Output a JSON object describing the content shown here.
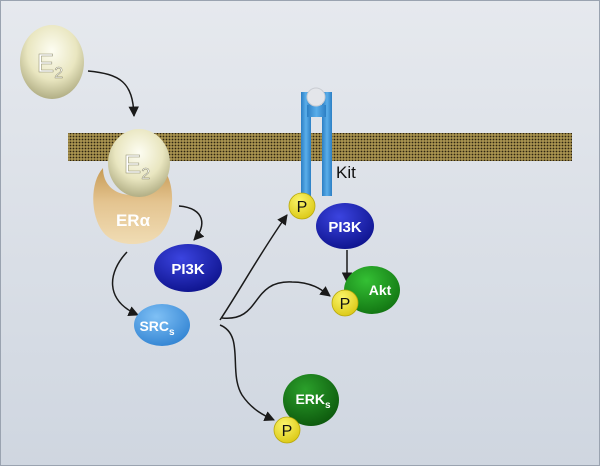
{
  "molecules": {
    "e2_free": {
      "base": "E",
      "sub": "2"
    },
    "e2_bound": {
      "base": "E",
      "sub": "2"
    },
    "er_alpha": {
      "label": "ERα"
    },
    "pi3k_left": {
      "label": "PI3K"
    },
    "src": {
      "base": "SRC",
      "sub": "s"
    },
    "kit": {
      "label": "Kit"
    },
    "pi3k_right": {
      "label": "PI3K"
    },
    "akt": {
      "label": "Akt"
    },
    "erk": {
      "base": "ERK",
      "sub": "s"
    },
    "phospho": {
      "label": "P"
    }
  },
  "colors": {
    "background_top": "#e6e9ee",
    "background_bottom": "#cfd6e0",
    "membrane": "#8c7a3c",
    "membrane_dots": "#2d2410",
    "e2_light": "#fbfbe9",
    "e2_dark": "#b9b68c",
    "er_alpha": "#d8b272",
    "kit_receptor": "#3b93d4",
    "pi3k": "#1a22b8",
    "src": "#4f9fe6",
    "akt": "#1e9a1e",
    "erk": "#127a12",
    "phospho": "#f1e51c",
    "arrow": "#1a1a1a"
  }
}
